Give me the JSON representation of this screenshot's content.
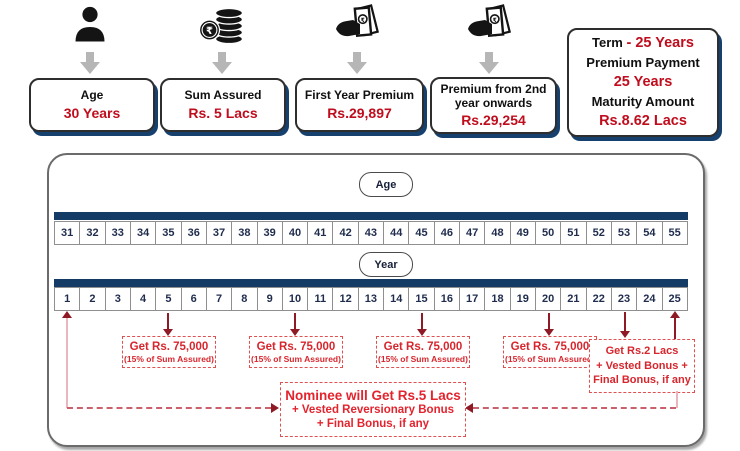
{
  "header": {
    "cards": [
      {
        "icon": "person-icon",
        "label": "Age",
        "value": "30 Years"
      },
      {
        "icon": "rupee-coins-icon",
        "label": "Sum Assured",
        "value": "Rs. 5 Lacs"
      },
      {
        "icon": "cash-in-hand-icon",
        "label": "First Year Premium",
        "value": "Rs.29,897"
      },
      {
        "icon": "cash-in-hand-icon",
        "label": "Premium from 2nd year onwards",
        "value": "Rs.29,254"
      }
    ],
    "summary": {
      "term_label": "Term",
      "term_value": "- 25 Years",
      "premium_payment_label": "Premium Payment",
      "premium_payment_value": "25 Years",
      "maturity_label": "Maturity Amount",
      "maturity_value": "Rs.8.62 Lacs"
    }
  },
  "timeline": {
    "age_axis_label": "Age",
    "year_axis_label": "Year",
    "ages": [
      "31",
      "32",
      "33",
      "34",
      "35",
      "36",
      "37",
      "38",
      "39",
      "40",
      "41",
      "42",
      "43",
      "44",
      "45",
      "46",
      "47",
      "48",
      "49",
      "50",
      "51",
      "52",
      "53",
      "54",
      "55"
    ],
    "years": [
      "1",
      "2",
      "3",
      "4",
      "5",
      "6",
      "7",
      "8",
      "9",
      "10",
      "11",
      "12",
      "13",
      "14",
      "15",
      "16",
      "17",
      "18",
      "19",
      "20",
      "21",
      "22",
      "23",
      "24",
      "25"
    ],
    "survival_payout": {
      "payout_years": [
        5,
        10,
        15,
        20
      ],
      "line1": "Get Rs. 75,000",
      "line2": "(15% of Sum Assured)"
    },
    "maturity_payout": {
      "payout_year": 25,
      "line1": "Get Rs.2 Lacs",
      "line2": "+ Vested Bonus +",
      "line3": "Final Bonus, if any"
    },
    "death_benefit": {
      "line1": "Nominee will Get Rs.5 Lacs",
      "line2": "+ Vested Reversionary Bonus",
      "line3": "+ Final Bonus, if any"
    }
  },
  "colors": {
    "navy": "#143a66",
    "value_red": "#c00d1d",
    "payout_red": "#d7262d",
    "arrow_maroon": "#8e1a26",
    "dashed_border_red": "#e05050"
  }
}
